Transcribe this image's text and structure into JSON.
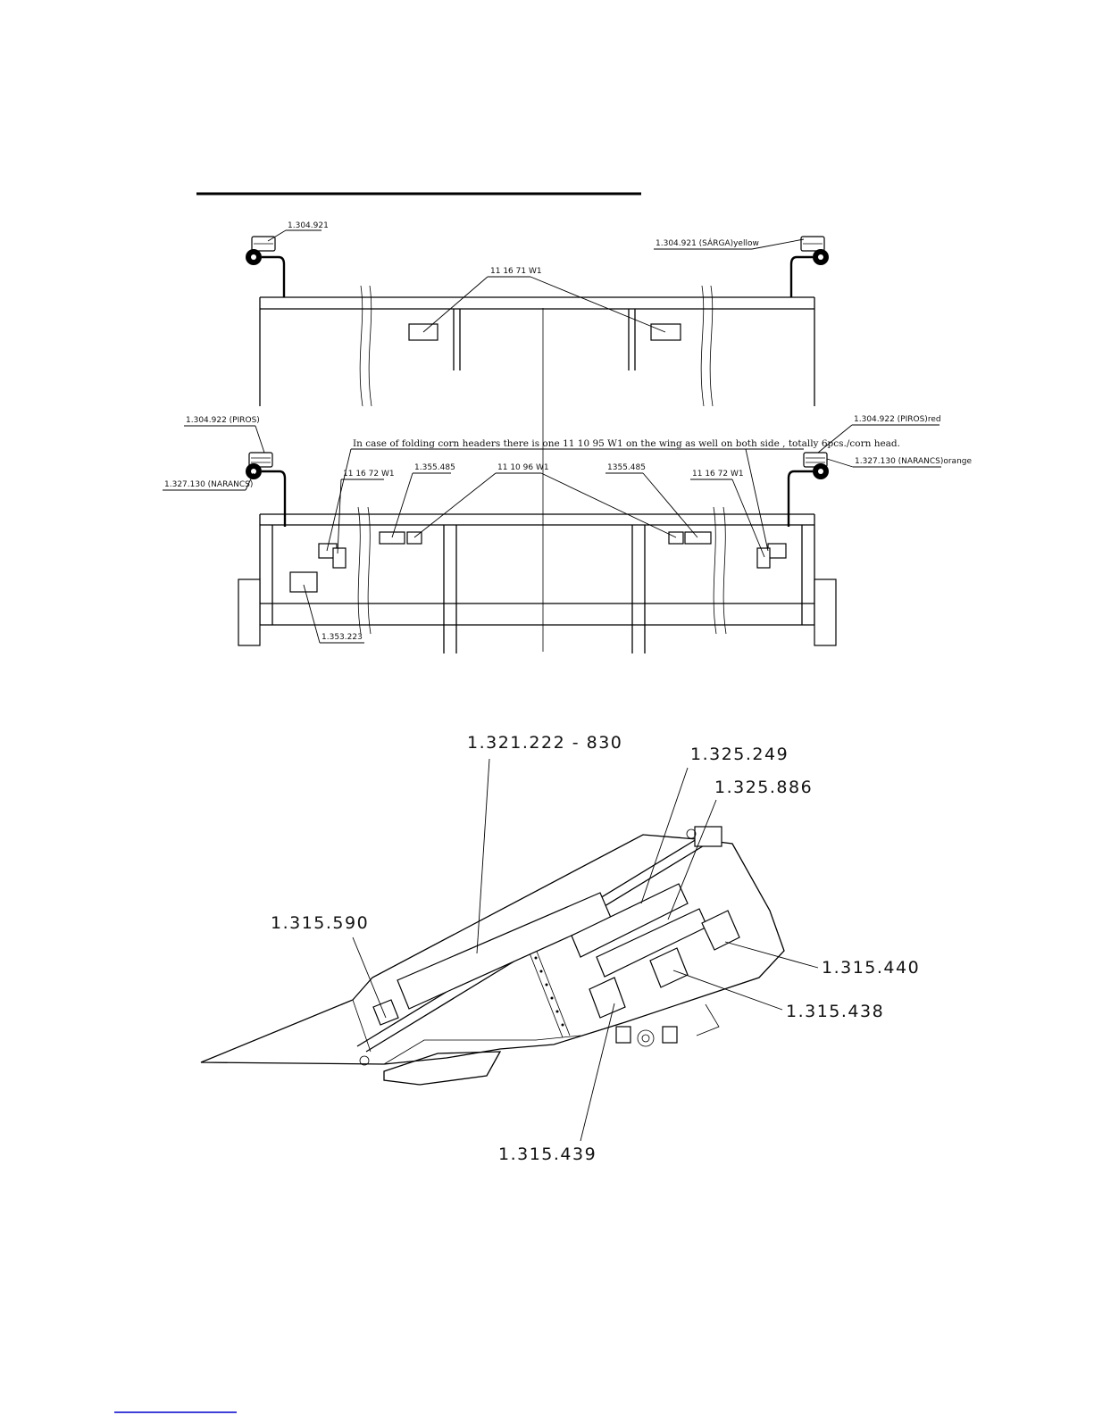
{
  "top_view": {
    "labels": {
      "lamp_top_left": "1.304.921",
      "lamp_top_right": "1.304.921 (SÁRGA)yellow",
      "sticker_top": "11 16 71 W1",
      "lamp_red_left": "1.304.922 (PIROS)",
      "lamp_orange_left": "1.327.130 (NARANCS)",
      "lamp_red_right": "1.304.922 (PIROS)red",
      "lamp_orange_right": "1.327.130 (NARANCS)orange",
      "sticker_left": "11 16 72 W1",
      "sticker_right": "11 16 72 W1",
      "sticker_mid_left": "1.355.485",
      "sticker_mid_right": "1355.485",
      "sticker_center": "11 10 96 W1",
      "sticker_bottom": "1.353.223"
    },
    "note": "In case of folding corn headers there is one 11 10 95 W1 on the wing as well on both side , totally 6pcs./corn head."
  },
  "side_view": {
    "labels": {
      "hood_range": "1.321.222  -  830",
      "top_right_a": "1.325.249",
      "top_right_b": "1.325.886",
      "left": "1.315.590",
      "right_a": "1.315.440",
      "right_b": "1.315.438",
      "bottom": "1.315.439"
    }
  },
  "footer": {
    "link_text": ""
  }
}
